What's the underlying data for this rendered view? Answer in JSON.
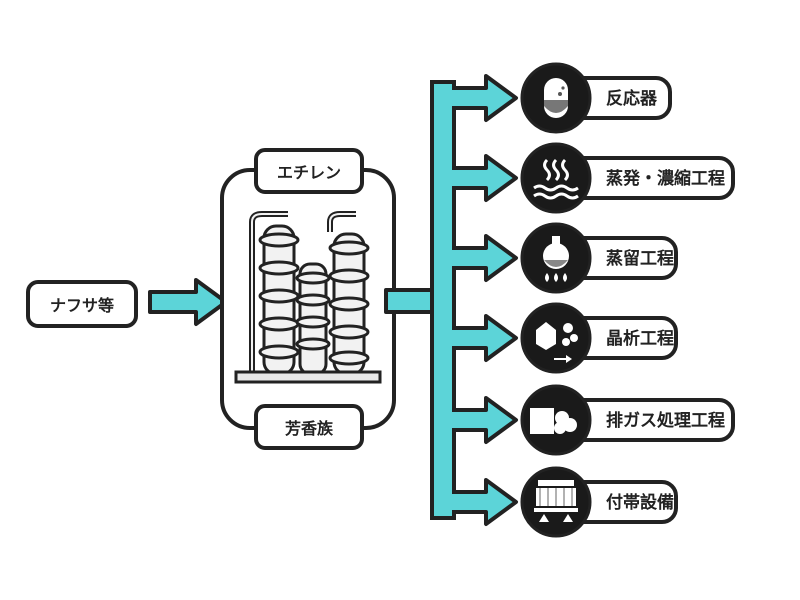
{
  "input": {
    "label": "ナフサ等"
  },
  "plant": {
    "top_label": "エチレン",
    "bottom_label": "芳香族"
  },
  "outputs": [
    {
      "label": "反応器",
      "icon": "reactor-icon"
    },
    {
      "label": "蒸発・濃縮工程",
      "icon": "evaporation-icon"
    },
    {
      "label": "蒸留工程",
      "icon": "distillation-flask-icon"
    },
    {
      "label": "晶析工程",
      "icon": "crystallization-icon"
    },
    {
      "label": "排ガス処理工程",
      "icon": "exhaust-gas-icon"
    },
    {
      "label": "付帯設備",
      "icon": "cooling-tower-icon"
    }
  ],
  "colors": {
    "arrow_fill": "#5cd4d8",
    "stroke": "#222222",
    "icon_bg": "#1a1a1a"
  }
}
